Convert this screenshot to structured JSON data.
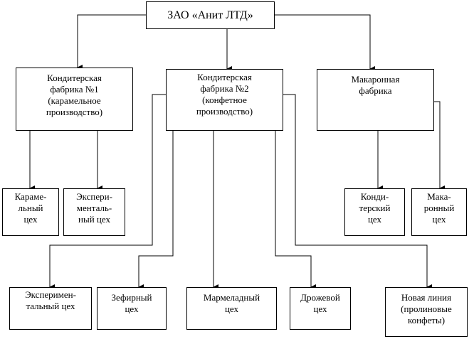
{
  "root": {
    "lines": [
      "ЗАО «Анит ЛТД»"
    ]
  },
  "factories": [
    {
      "lines": [
        "Кондитерская",
        "фабрика №1",
        "(карамельное",
        "производство)"
      ]
    },
    {
      "lines": [
        "Кондитерская",
        "фабрика №2",
        "(конфетное",
        "производство)"
      ]
    },
    {
      "lines": [
        "Макаронная",
        "фабрика"
      ]
    }
  ],
  "shops_level1": [
    {
      "lines": [
        "Карамe-",
        "льный",
        "цех"
      ]
    },
    {
      "lines": [
        "Экспери-",
        "менталь-",
        "ный цех"
      ]
    },
    {
      "lines": [
        "Конди-",
        "терский",
        "цех"
      ]
    },
    {
      "lines": [
        "Мака-",
        "ронный",
        "цех"
      ]
    }
  ],
  "shops_level2": [
    {
      "lines": [
        "Эксперимен-",
        "тальный цех"
      ]
    },
    {
      "lines": [
        "Зефирный",
        "цех"
      ]
    },
    {
      "lines": [
        "Мармеладный",
        "цех"
      ]
    },
    {
      "lines": [
        "Дрожевой",
        "цех"
      ]
    },
    {
      "lines": [
        "Новая линия",
        "(пролиновые",
        "конфеты)"
      ]
    }
  ]
}
